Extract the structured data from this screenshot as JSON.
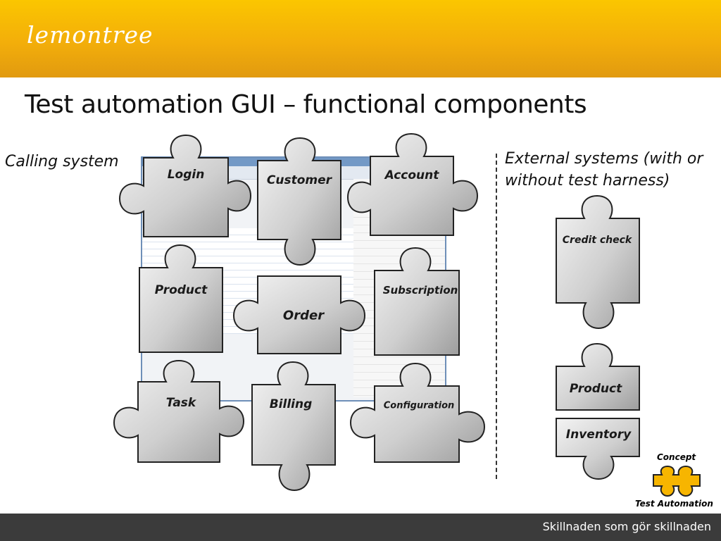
{
  "header": {
    "logo_text": "lemontree",
    "color": "#f3ae0a"
  },
  "title": "Test automation GUI – functional components",
  "labels": {
    "calling_system": "Calling system",
    "external_systems": "External systems (with or without test harness)"
  },
  "pieces": [
    {
      "id": "login",
      "label": "Login"
    },
    {
      "id": "customer",
      "label": "Customer"
    },
    {
      "id": "account",
      "label": "Account"
    },
    {
      "id": "product",
      "label": "Product"
    },
    {
      "id": "order",
      "label": "Order"
    },
    {
      "id": "subscription",
      "label": "Subscription"
    },
    {
      "id": "task",
      "label": "Task"
    },
    {
      "id": "billing",
      "label": "Billing"
    },
    {
      "id": "configuration",
      "label": "Configuration"
    }
  ],
  "external_pieces": [
    {
      "id": "credit-check",
      "label": "Credit check"
    },
    {
      "id": "product-inventory",
      "label_top": "Product",
      "label_bottom": "Inventory"
    }
  ],
  "concept_badge": {
    "top": "Concept",
    "bottom": "Test Automation",
    "color": "#f7b500"
  },
  "footer": {
    "tagline": "Skillnaden som gör skillnaden",
    "color": "#3b3b3b"
  }
}
